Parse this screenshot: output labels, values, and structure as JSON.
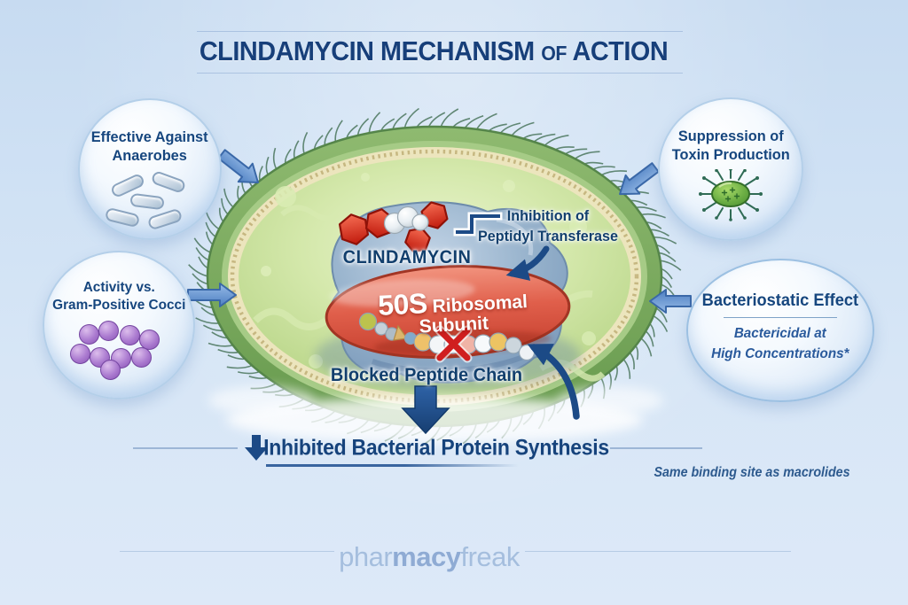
{
  "title": {
    "part1": "CLINDAMYCIN MECHANISM",
    "of": "OF",
    "part2": "ACTION"
  },
  "bubbles": {
    "anaerobes": {
      "line1": "Effective Against",
      "line2": "Anaerobes"
    },
    "cocci": {
      "line1": "Activity vs.",
      "line2": "Gram-Positive Cocci"
    },
    "toxin": {
      "line1": "Suppression of",
      "line2": "Toxin Production"
    },
    "bacteriostatic": {
      "title": "Bacteriostatic Effect",
      "sub1": "Bactericidal at",
      "sub2": "High Concentrations*"
    }
  },
  "cell": {
    "drug_label": "CLINDAMYCIN",
    "ribosome_50s": "50S",
    "ribosome_word1": " Ribosomal",
    "ribosome_word2": "Subunit",
    "inhibition_line1": "Inhibition of",
    "inhibition_line2": "Peptidyl Transferase",
    "blocked_label": "Blocked Peptide Chain"
  },
  "footer": {
    "result": "Inhibited Bacterial Protein Synthesis",
    "note": "Same binding site as macrolides",
    "watermark_pre": "phar",
    "watermark_mid": "macy",
    "watermark_post": "freak"
  },
  "icons": {
    "anaerobe_bacteria": "blue-gray capsule rods",
    "gram_positive_cocci": "purple sphere cluster",
    "toxin_bacterium": "spiky green oval microbe",
    "blocked_x": "✕",
    "down_arrow": "⬇"
  },
  "colors": {
    "navy_text": "#16437c",
    "arrow_blue": "#4d7fc2",
    "cell_green": "#7fae63",
    "ribosome_red": "#d94f3f",
    "blob_blue": "#8aa7c6",
    "background_blue": "#cfe1f4",
    "cocci_purple": "#9a6cc0",
    "toxin_green": "#5a9c3a",
    "blocked_x_red": "#d01f1f"
  }
}
